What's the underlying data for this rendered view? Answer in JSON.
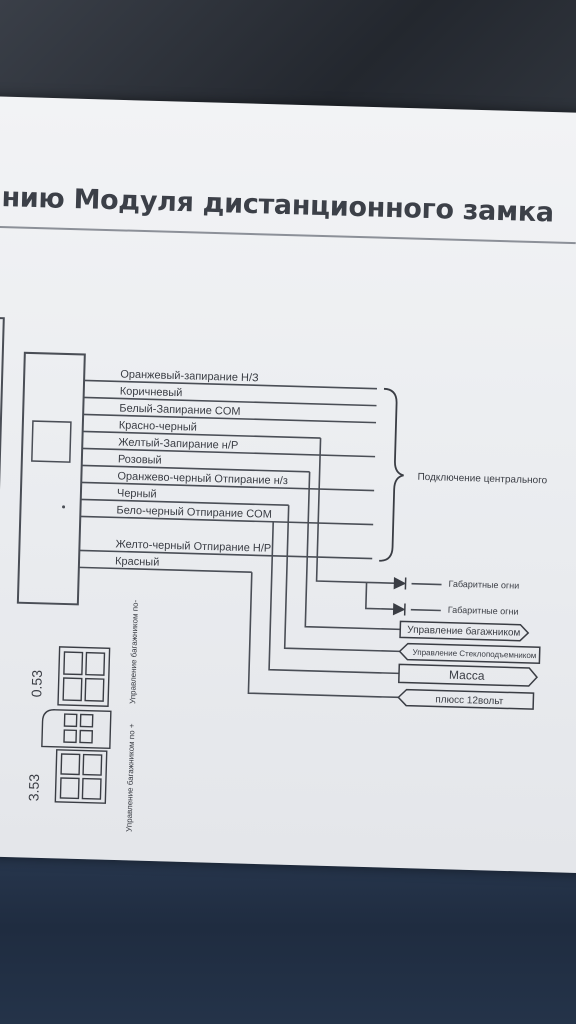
{
  "title": "нию Модуля дистанционного замка",
  "wires": [
    "Оранжевый-запирание Н/З",
    "Коричневый",
    "Белый-Запирание COM",
    "Красно-черный",
    "Желтый-Запирание н/Р",
    "Розовый",
    "Оранжево-черный Отпирание н/з",
    "Черный",
    "Бело-черный Отпирание COM",
    "Желто-черный Отпирание Н/Р",
    "Красный"
  ],
  "central_lock_label": "Подключение центрального",
  "parking_lights": [
    "Габаритные огни",
    "Габаритные огни"
  ],
  "outputs": [
    "Управление багажником",
    "Управление Стеклоподъемником",
    "Масса",
    "плюсс 12вольт"
  ],
  "relay_labels": [
    "0.53",
    "3.53"
  ],
  "vertical_labels": [
    "Управление багажником по +",
    "Управление багажником по-"
  ],
  "colors": {
    "paper": "#eceef1",
    "ink": "#3a3d44",
    "wire": "#4a4e56"
  }
}
